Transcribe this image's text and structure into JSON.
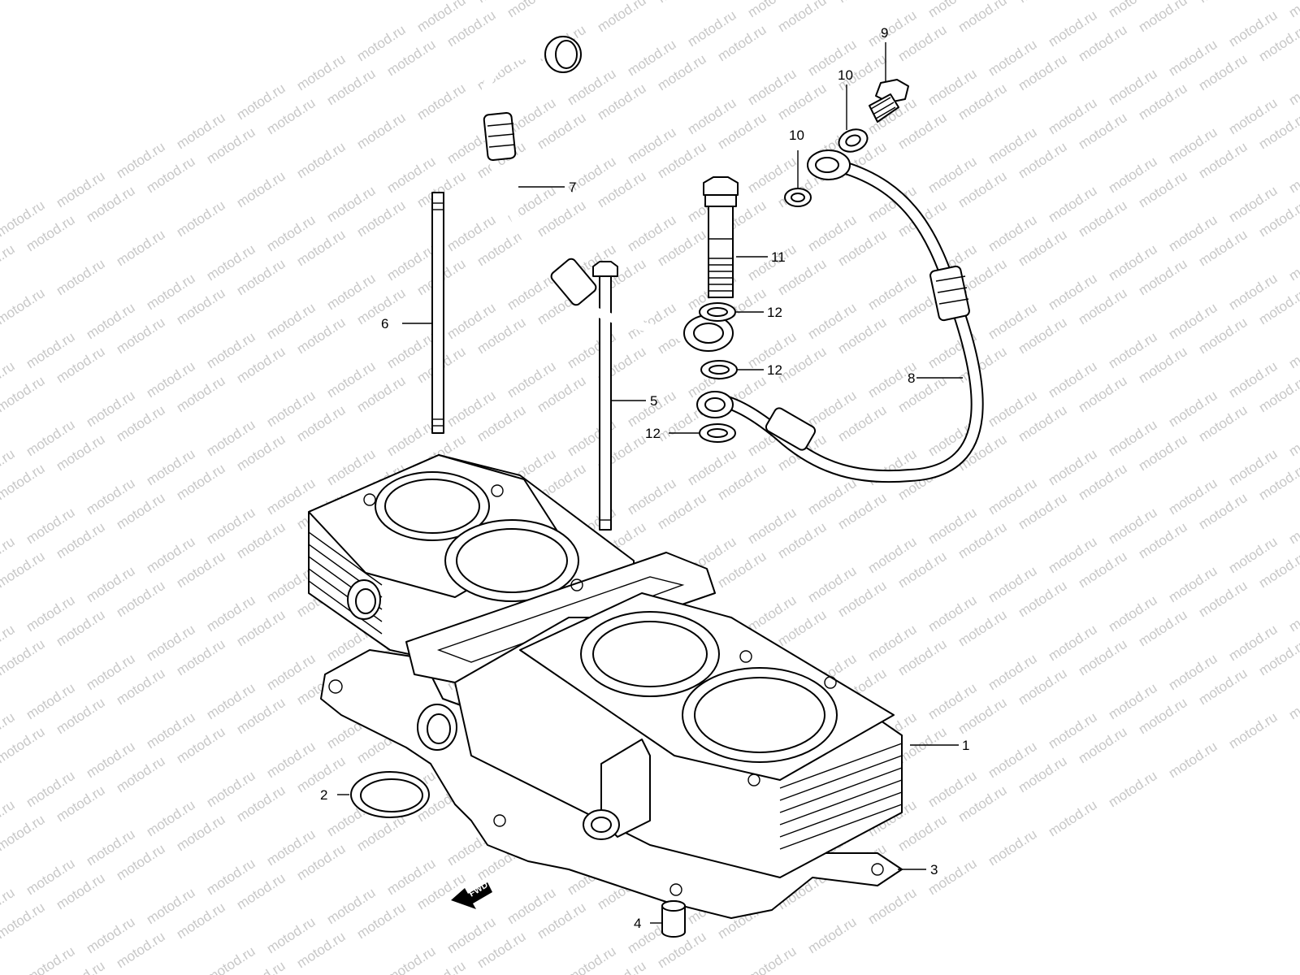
{
  "watermark": {
    "text": "motod.ru",
    "color": "#c8c8c8"
  },
  "callouts": [
    {
      "id": "1",
      "label": "1"
    },
    {
      "id": "2",
      "label": "2"
    },
    {
      "id": "3",
      "label": "3"
    },
    {
      "id": "4",
      "label": "4"
    },
    {
      "id": "5",
      "label": "5"
    },
    {
      "id": "6",
      "label": "6"
    },
    {
      "id": "7",
      "label": "7"
    },
    {
      "id": "8",
      "label": "8"
    },
    {
      "id": "9",
      "label": "9"
    },
    {
      "id": "10a",
      "label": "10"
    },
    {
      "id": "10b",
      "label": "10"
    },
    {
      "id": "11",
      "label": "11"
    },
    {
      "id": "12a",
      "label": "12"
    },
    {
      "id": "12b",
      "label": "12"
    },
    {
      "id": "12c",
      "label": "12"
    }
  ],
  "direction_marker": {
    "label": "FWD",
    "icon": "arrow-left-down-icon"
  }
}
